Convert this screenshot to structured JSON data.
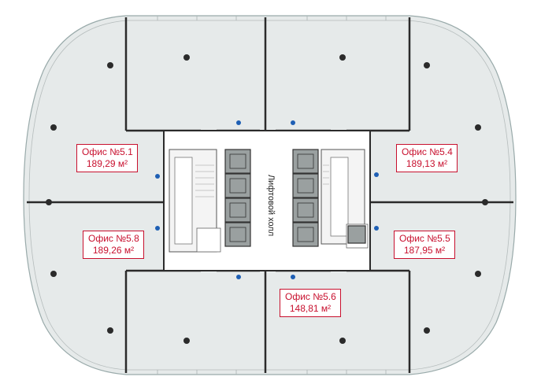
{
  "offices": [
    {
      "id": "5.1",
      "name": "Офис №5.1",
      "area": "189,29 м²"
    },
    {
      "id": "5.4",
      "name": "Офис №5.4",
      "area": "189,13 м²"
    },
    {
      "id": "5.8",
      "name": "Офис №5.8",
      "area": "189,26 м²"
    },
    {
      "id": "5.5",
      "name": "Офис №5.5",
      "area": "187,95 м²"
    },
    {
      "id": "5.6",
      "name": "Офис №5.6",
      "area": "148,81 м²"
    }
  ],
  "lift_hall_label": "Лифтовой холл",
  "colors": {
    "label_red": "#c8102e",
    "floor": "#e6eaea",
    "wall": "#2b2b2b",
    "core": "#ffffff",
    "lift": "#9aa0a0",
    "water": "#1e5fb4"
  }
}
